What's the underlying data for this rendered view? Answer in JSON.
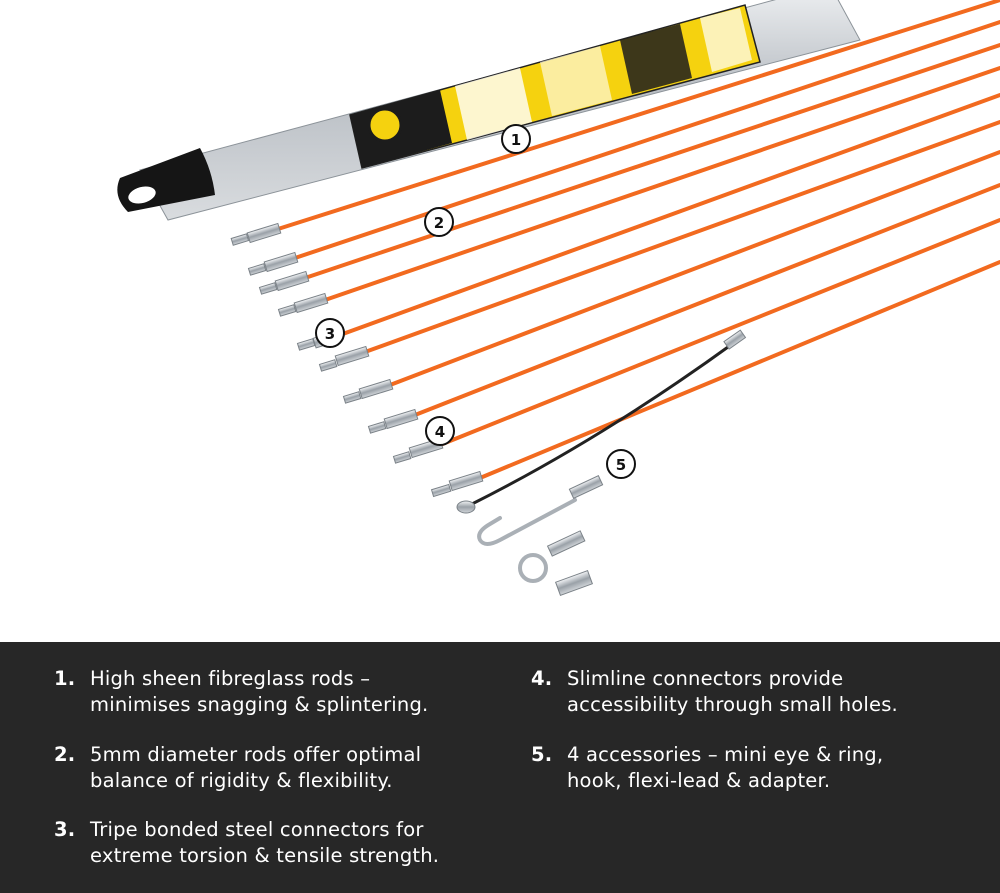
{
  "callouts": [
    "1",
    "2",
    "3",
    "4",
    "5"
  ],
  "features": [
    {
      "number": "1.",
      "lines": [
        "High sheen fibreglass rods –",
        "minimises snagging & splintering."
      ]
    },
    {
      "number": "2.",
      "lines": [
        "5mm diameter rods offer optimal",
        "balance of rigidity & flexibility."
      ]
    },
    {
      "number": "3.",
      "lines": [
        "Tripe bonded steel connectors for",
        "extreme torsion & tensile strength."
      ]
    },
    {
      "number": "4.",
      "lines": [
        "Slimline connectors provide",
        "accessibility through small holes."
      ]
    },
    {
      "number": "5.",
      "lines": [
        "4 accessories – mini eye & ring,",
        "hook, flexi-lead & adapter."
      ]
    }
  ],
  "colors": {
    "rod": "#f26a1f",
    "panel_background": "#272727",
    "panel_text": "#ffffff",
    "packaging_label": "#f5d20f"
  }
}
